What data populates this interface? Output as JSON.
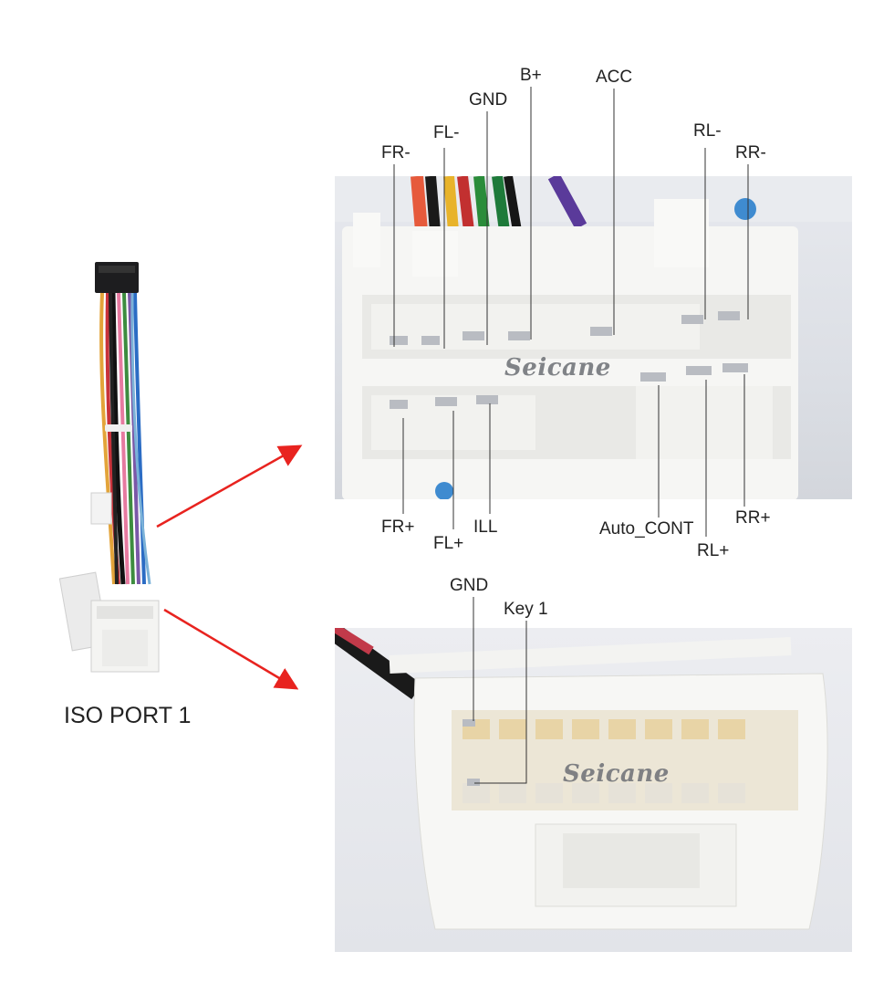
{
  "watermark": "Seicane",
  "port_label": "ISO PORT 1",
  "top_labels": {
    "fr_minus": "FR-",
    "fl_minus": "FL-",
    "gnd": "GND",
    "b_plus": "B+",
    "acc": "ACC",
    "rl_minus": "RL-",
    "rr_minus": "RR-",
    "fr_plus": "FR+",
    "fl_plus": "FL+",
    "ill": "ILL",
    "auto_cont": "Auto_CONT",
    "rl_plus": "RL+",
    "rr_plus": "RR+"
  },
  "bottom_labels": {
    "gnd": "GND",
    "key1": "Key 1"
  },
  "colors": {
    "arrow": "#e8231f",
    "connector": "#f4f4f2",
    "leader": "#333333"
  }
}
